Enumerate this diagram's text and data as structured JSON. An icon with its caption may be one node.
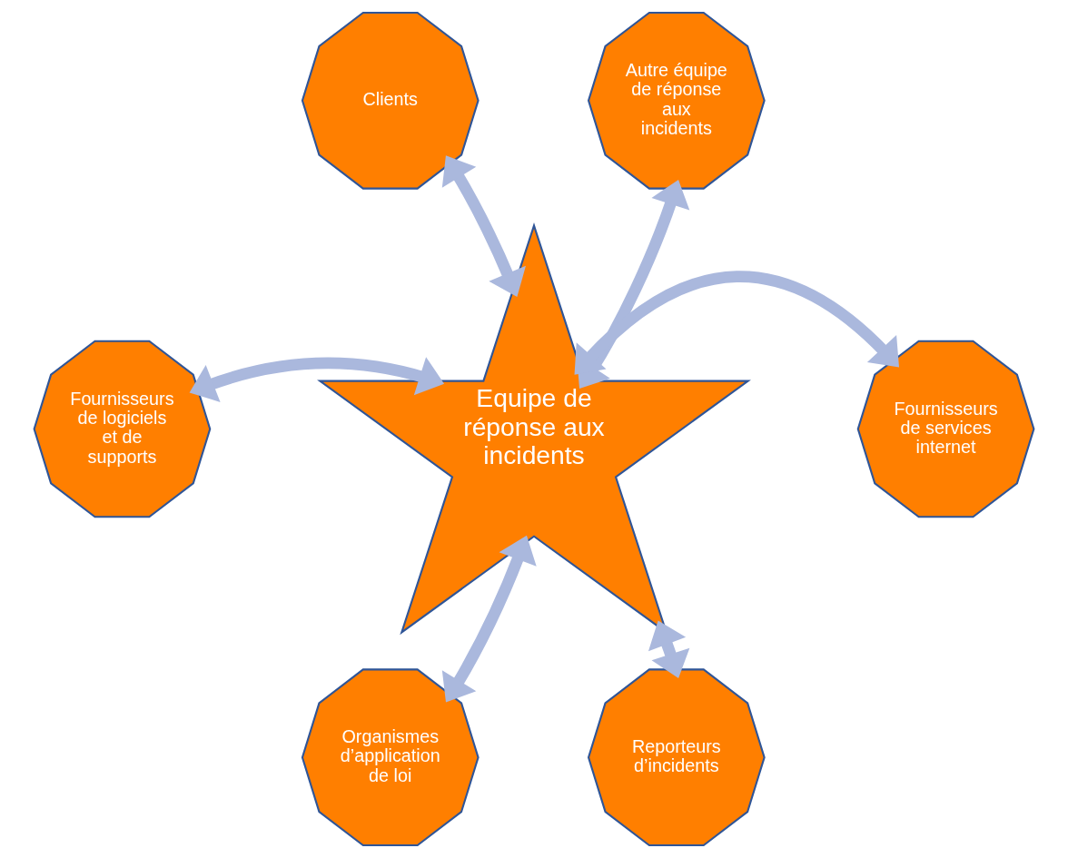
{
  "diagram": {
    "nodes": [
      {
        "text": [
          "Equipe de réponse aux incidents"
        ]
      },
      {
        "text": [
          "Clients"
        ]
      },
      {
        "text": [
          "Autre équipe de réponse aux incidents"
        ]
      },
      {
        "text": [
          "Fournisseurs de logiciels et de supports"
        ]
      },
      {
        "text": [
          "Fournisseurs de services internet"
        ]
      },
      {
        "text": [
          "Organismes d’application de loi"
        ]
      },
      {
        "text": [
          "Reporteurs d’incidents"
        ]
      }
    ],
    "edges": [
      {
        "from": 0,
        "to": 1,
        "arrow": "both"
      },
      {
        "from": 0,
        "to": 2,
        "arrow": "both"
      },
      {
        "from": 0,
        "to": 3,
        "arrow": "both"
      },
      {
        "from": 0,
        "to": 4,
        "arrow": "both"
      },
      {
        "from": 0,
        "to": 5,
        "arrow": "both"
      },
      {
        "from": 0,
        "to": 6,
        "arrow": "both"
      }
    ]
  }
}
